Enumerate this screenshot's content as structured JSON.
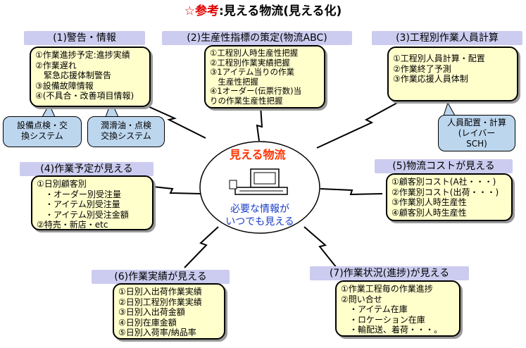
{
  "title": {
    "star": "☆",
    "ref": "参考",
    "rest": ":見える物流(見える化)"
  },
  "center": {
    "title": "見える物流",
    "subtitle_lines": [
      "必要な情報が",
      "いつでも見える"
    ]
  },
  "sections": {
    "s1": {
      "header": "(1)警告・情報",
      "lines": [
        "①作業進捗予定:進捗実績",
        "②作業遅れ",
        "　緊急応援体制警告",
        "③設備故障情報",
        "④(不具合・改善項目情報)"
      ]
    },
    "s2": {
      "header": "(2)生産性指標の策定(物流ABC)",
      "lines": [
        "①工程別人時生産性把握",
        "②工程別作業実績把握",
        "③1アイテム当りの作業",
        "　生産性把握",
        "④1オーダー(伝票行数)当",
        "りの作業生産性把握"
      ]
    },
    "s3": {
      "header": "(3)工程別作業人員計算",
      "lines": [
        "①工程別人員計算・配置",
        "②作業終了予測",
        "③作業応援人員体制"
      ]
    },
    "s4": {
      "header": "(4)作業予定が見える",
      "lines": [
        "①日別顧客別",
        "　・オーダー別受注量",
        "　・アイテム別受注量",
        "　・アイテム別受注金額",
        "②特売・新店・etc"
      ]
    },
    "s5": {
      "header": "(5)物流コストが見える",
      "lines": [
        "①顧客別コスト(A社・・・)",
        "②作業別コスト(出荷・・・)",
        "③作業別人時生産性",
        "④顧客別人時生産性"
      ]
    },
    "s6": {
      "header": "(6)作業実績が見える",
      "lines": [
        "①日別入出荷作業実績",
        "②日別工程別作業実績",
        "③日別入出荷金額",
        "④日別在庫金額",
        "⑤日別入荷率/納品率"
      ]
    },
    "s7": {
      "header": "(7)作業状況(進捗)が見える",
      "lines": [
        "①作業工程毎の作業進捗",
        "②問い合せ",
        "　・アイテム在庫",
        "　・ロケーション在庫",
        "　・輸配送、着荷・・・。"
      ]
    }
  },
  "callouts": {
    "c1": [
      "設備点検・交",
      "換システム"
    ],
    "c2": [
      "潤滑油・点検",
      "交換システム"
    ],
    "c3": [
      "人員配置・計算",
      "(レイバー",
      "SCH)"
    ]
  },
  "icons": {
    "center": "computer-icon"
  }
}
